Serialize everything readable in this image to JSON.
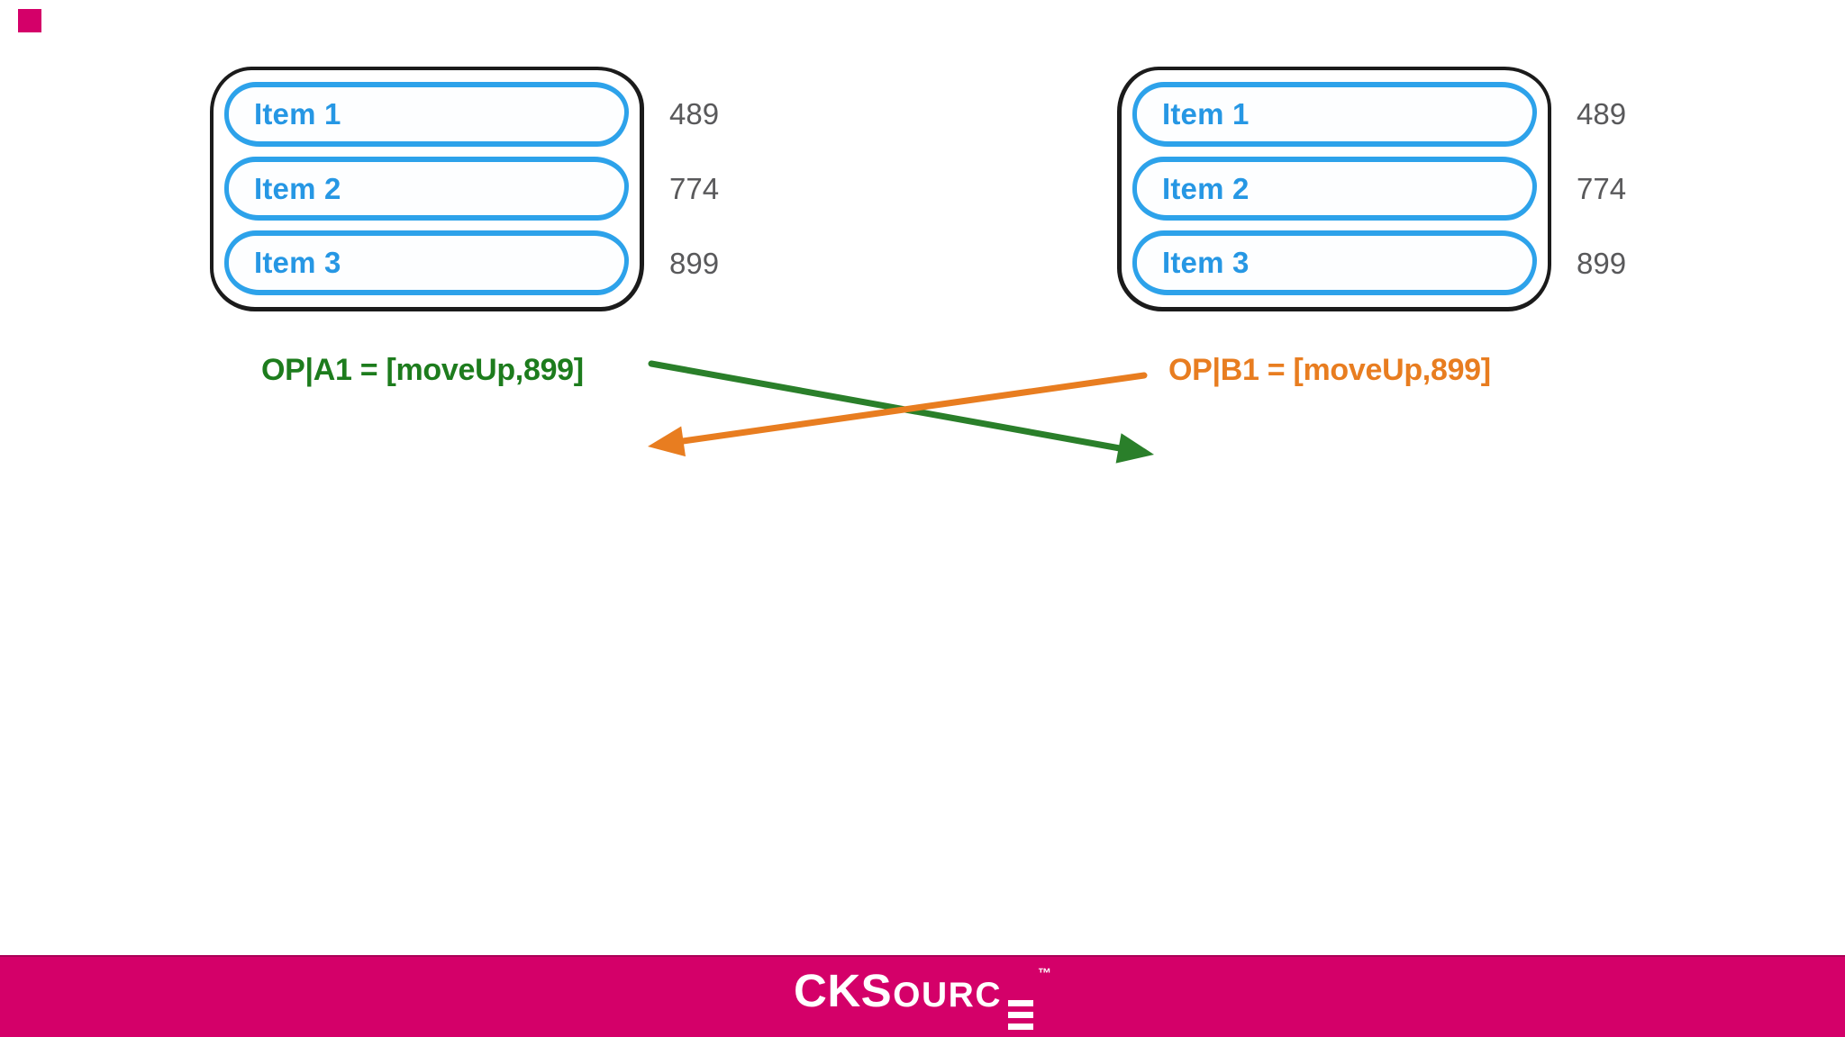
{
  "slide": {
    "corner_mark_color": "#d40069"
  },
  "lists": {
    "left": {
      "items": [
        "Item 1",
        "Item 2",
        "Item 3"
      ],
      "values": [
        "489",
        "774",
        "899"
      ]
    },
    "right": {
      "items": [
        "Item 1",
        "Item 2",
        "Item 3"
      ],
      "values": [
        "489",
        "774",
        "899"
      ]
    }
  },
  "operations": {
    "left": {
      "label": "OP|A1 = [moveUp,899]",
      "color": "#1d7c1d"
    },
    "right": {
      "label": "OP|B1 = [moveUp,899]",
      "color": "#e87d20"
    }
  },
  "arrows": {
    "green": {
      "color": "#2a7f2a"
    },
    "orange": {
      "color": "#e87d20"
    }
  },
  "footer": {
    "background": "#d40069",
    "brand_major": "CKS",
    "brand_minor": "OURC",
    "trademark": "™"
  },
  "colors": {
    "item_border_blue": "#2da2ea",
    "item_text_blue": "#2697e4",
    "value_gray": "#59595b",
    "container_black": "#1b1b1b"
  }
}
